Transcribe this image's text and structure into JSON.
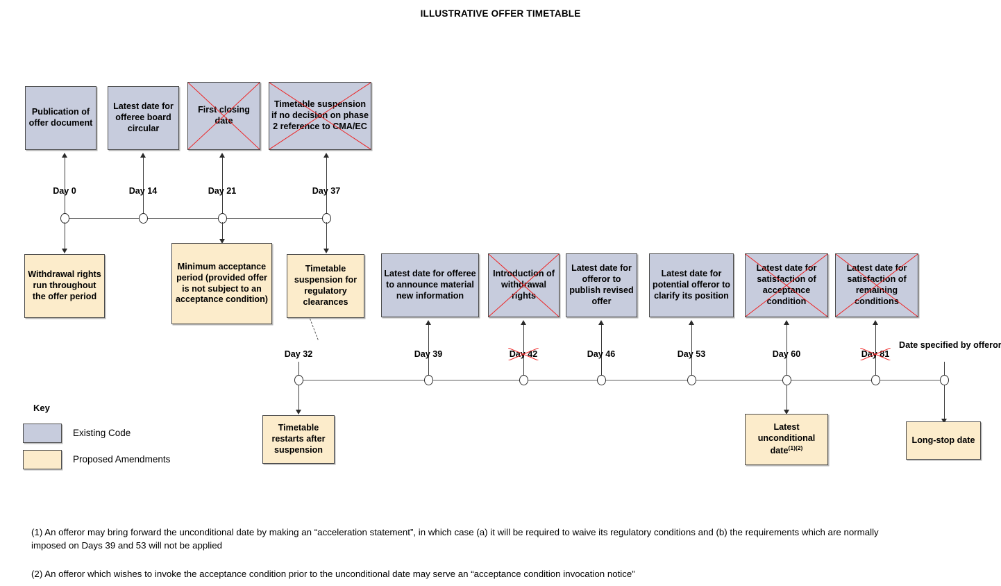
{
  "title": "ILLUSTRATIVE OFFER TIMETABLE",
  "legend": {
    "heading": "Key",
    "items": [
      {
        "label": "Existing Code",
        "color": "#c7ccdd"
      },
      {
        "label": "Proposed Amendments",
        "color": "#fceccb"
      }
    ]
  },
  "colors": {
    "existing_code": "#c7ccdd",
    "proposed_amendments": "#fceccb",
    "strike": "#ee2222",
    "line": "#595959"
  },
  "timeline_top": {
    "days": [
      {
        "label": "Day 0",
        "struck": false
      },
      {
        "label": "Day 14",
        "struck": false
      },
      {
        "label": "Day 21",
        "struck": false
      },
      {
        "label": "Day 37",
        "struck": false
      }
    ]
  },
  "timeline_bottom": {
    "days": [
      {
        "label": "Day 32",
        "struck": false
      },
      {
        "label": "Day 39",
        "struck": false
      },
      {
        "label": "Day 42",
        "struck": true
      },
      {
        "label": "Day 46",
        "struck": false
      },
      {
        "label": "Day 53",
        "struck": false
      },
      {
        "label": "Day 60",
        "struck": false
      },
      {
        "label": "Day 81",
        "struck": true
      },
      {
        "label": "Date specified by offeror",
        "struck": false
      }
    ]
  },
  "boxes_above_top": [
    {
      "text": "Publication of offer document",
      "type": "existing",
      "struck": false
    },
    {
      "text": "Latest date for offeree board circular",
      "type": "existing",
      "struck": false
    },
    {
      "text": "First closing date",
      "type": "existing",
      "struck": true
    },
    {
      "text": "Timetable suspension if no decision on phase 2 reference to CMA/EC",
      "type": "existing",
      "struck": true
    }
  ],
  "boxes_below_top": [
    {
      "text": "Withdrawal rights run throughout the offer period",
      "type": "proposed",
      "struck": false
    },
    {
      "text": "Minimum acceptance period (provided offer is not subject to an acceptance condition)",
      "type": "proposed",
      "struck": false
    },
    {
      "text": "Timetable suspension for regulatory clearances",
      "type": "proposed",
      "struck": false
    }
  ],
  "boxes_above_bottom": [
    {
      "text": "Latest date for offeree to announce material new information",
      "type": "existing",
      "struck": false
    },
    {
      "text": "Introduction of withdrawal rights",
      "type": "existing",
      "struck": true
    },
    {
      "text": "Latest date for offeror to publish revised offer",
      "type": "existing",
      "struck": false
    },
    {
      "text": "Latest date for potential offeror to clarify its position",
      "type": "existing",
      "struck": false
    },
    {
      "text": "Latest date for satisfaction of acceptance condition",
      "type": "existing",
      "struck": true
    },
    {
      "text": "Latest date for satisfaction of remaining conditions",
      "type": "existing",
      "struck": true
    }
  ],
  "boxes_below_bottom": [
    {
      "text": "Timetable restarts after suspension",
      "type": "proposed",
      "struck": false
    },
    {
      "text": "Latest unconditional date",
      "superscript": "(1)(2)",
      "type": "proposed",
      "struck": false
    },
    {
      "text": "Long-stop date",
      "type": "proposed",
      "struck": false
    }
  ],
  "footnotes": [
    "(1) An offeror may bring forward the unconditional date by making an “acceleration statement”, in which case (a) it will be required to waive its regulatory conditions and (b) the requirements which are normally imposed on Days 39 and 53 will not be applied",
    "(2) An offeror which wishes to invoke the acceptance condition prior to the unconditional date may serve an “acceptance condition invocation notice”"
  ]
}
